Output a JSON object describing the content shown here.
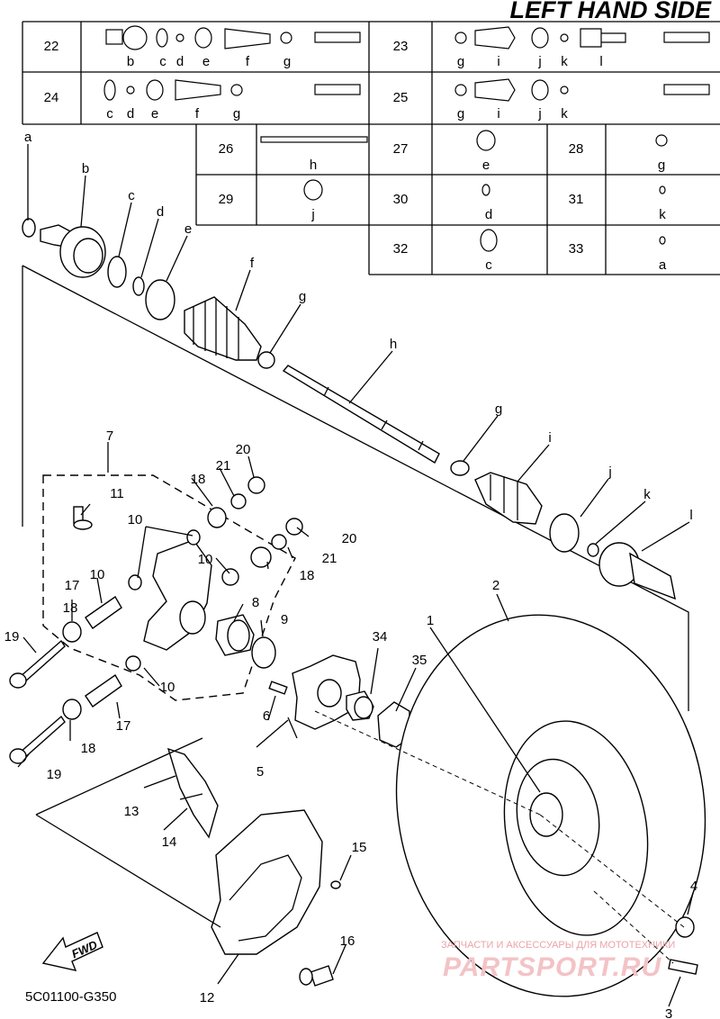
{
  "header": {
    "title": "LEFT HAND SIDE"
  },
  "table": {
    "rows": [
      {
        "ref": "22",
        "letters": [
          "b",
          "c",
          "d",
          "e",
          "f",
          "g"
        ]
      },
      {
        "ref": "23",
        "letters": [
          "g",
          "i",
          "j",
          "k",
          "l"
        ]
      },
      {
        "ref": "24",
        "letters": [
          "c",
          "d",
          "e",
          "f",
          "g"
        ]
      },
      {
        "ref": "25",
        "letters": [
          "g",
          "i",
          "j",
          "k"
        ]
      },
      {
        "ref": "26",
        "letters": [
          "h"
        ]
      },
      {
        "ref": "27",
        "letters": [
          "e"
        ]
      },
      {
        "ref": "28",
        "letters": [
          "g"
        ]
      },
      {
        "ref": "29",
        "letters": [
          "j"
        ]
      },
      {
        "ref": "30",
        "letters": [
          "d"
        ]
      },
      {
        "ref": "31",
        "letters": [
          "k"
        ]
      },
      {
        "ref": "32",
        "letters": [
          "c"
        ]
      },
      {
        "ref": "33",
        "letters": [
          "a"
        ]
      }
    ]
  },
  "callouts": {
    "letters": [
      "a",
      "b",
      "c",
      "d",
      "e",
      "f",
      "g",
      "h",
      "g",
      "i",
      "j",
      "k",
      "l"
    ],
    "numbers": [
      "1",
      "2",
      "3",
      "4",
      "5",
      "6",
      "7",
      "8",
      "9",
      "10",
      "10",
      "10",
      "10",
      "11",
      "12",
      "13",
      "14",
      "15",
      "16",
      "17",
      "17",
      "18",
      "18",
      "18",
      "18",
      "19",
      "19",
      "20",
      "20",
      "21",
      "21",
      "34",
      "35"
    ]
  },
  "fwd": "FWD",
  "footer": {
    "code": "5C01100-G350"
  },
  "watermark": {
    "line1": "ЗАПЧАСТИ И АКСЕССУАРЫ ДЛЯ МОТОТЕХНИКИ",
    "line2": "PARTSPORT.RU"
  }
}
